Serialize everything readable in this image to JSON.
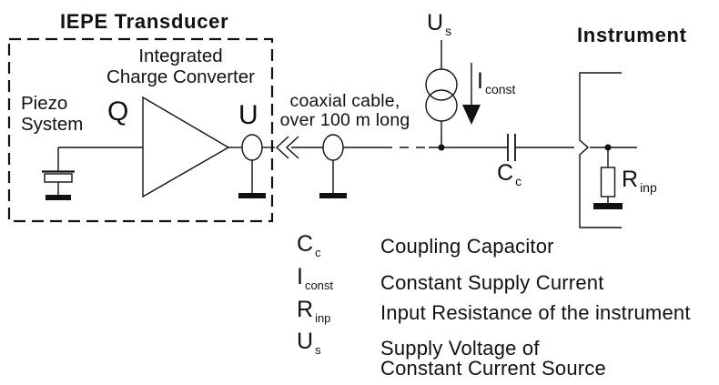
{
  "colors": {
    "line": "#111111",
    "background": "#ffffff"
  },
  "transducer": {
    "title": "IEPE Transducer",
    "converter_line1": "Integrated",
    "converter_line2": "Charge Converter",
    "piezo_line1": "Piezo",
    "piezo_line2": "System",
    "charge_label": "Q",
    "voltage_label": "U"
  },
  "cable": {
    "line1": "coaxial cable,",
    "line2": "over 100 m long"
  },
  "supply": {
    "voltage_base": "U",
    "voltage_sub": "s",
    "current_base": "I",
    "current_sub": "const"
  },
  "coupling_capacitor": {
    "base": "C",
    "sub": "c"
  },
  "instrument": {
    "title": "Instrument",
    "resistor_base": "R",
    "resistor_sub": "inp"
  },
  "legend": {
    "items": [
      {
        "symbol_base": "C",
        "symbol_sub": "c",
        "description": "Coupling Capacitor"
      },
      {
        "symbol_base": "I",
        "symbol_sub": "const",
        "description": "Constant Supply Current"
      },
      {
        "symbol_base": "R",
        "symbol_sub": "inp",
        "description": "Input Resistance of the instrument"
      },
      {
        "symbol_base": "U",
        "symbol_sub": "s",
        "description": "Supply Voltage of\nConstant Current Source"
      }
    ]
  }
}
